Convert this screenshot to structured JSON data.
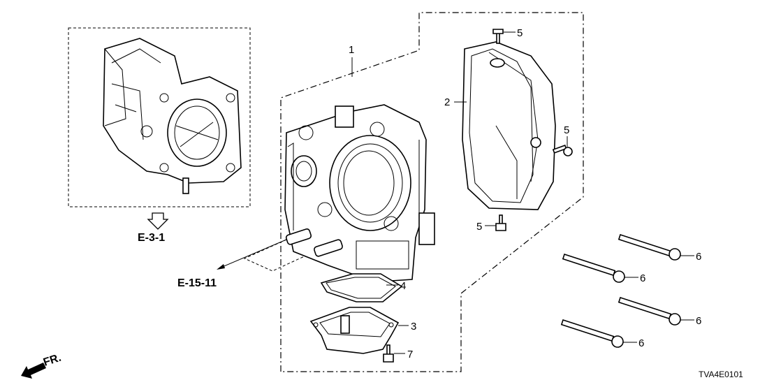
{
  "diagram": {
    "title": "Throttle body exploded parts diagram",
    "diagram_code": "TVA4E0101",
    "direction_indicator": "FR.",
    "references": [
      {
        "id": "ref-e-3-1",
        "label": "E-3-1"
      },
      {
        "id": "ref-e-15-11",
        "label": "E-15-11"
      }
    ],
    "callouts": [
      {
        "number": "1",
        "part": "throttle-body-assembly"
      },
      {
        "number": "2",
        "part": "throttle-body-cover"
      },
      {
        "number": "3",
        "part": "throttle-body-lower-housing"
      },
      {
        "number": "4",
        "part": "gasket"
      },
      {
        "number": "5",
        "part": "cover-bolt-top"
      },
      {
        "number": "5",
        "part": "cover-bolt-right"
      },
      {
        "number": "5",
        "part": "cover-bolt-bottom"
      },
      {
        "number": "6",
        "part": "mounting-bolt-1"
      },
      {
        "number": "6",
        "part": "mounting-bolt-2"
      },
      {
        "number": "6",
        "part": "mounting-bolt-3"
      },
      {
        "number": "6",
        "part": "mounting-bolt-4"
      },
      {
        "number": "7",
        "part": "housing-screw"
      }
    ]
  }
}
